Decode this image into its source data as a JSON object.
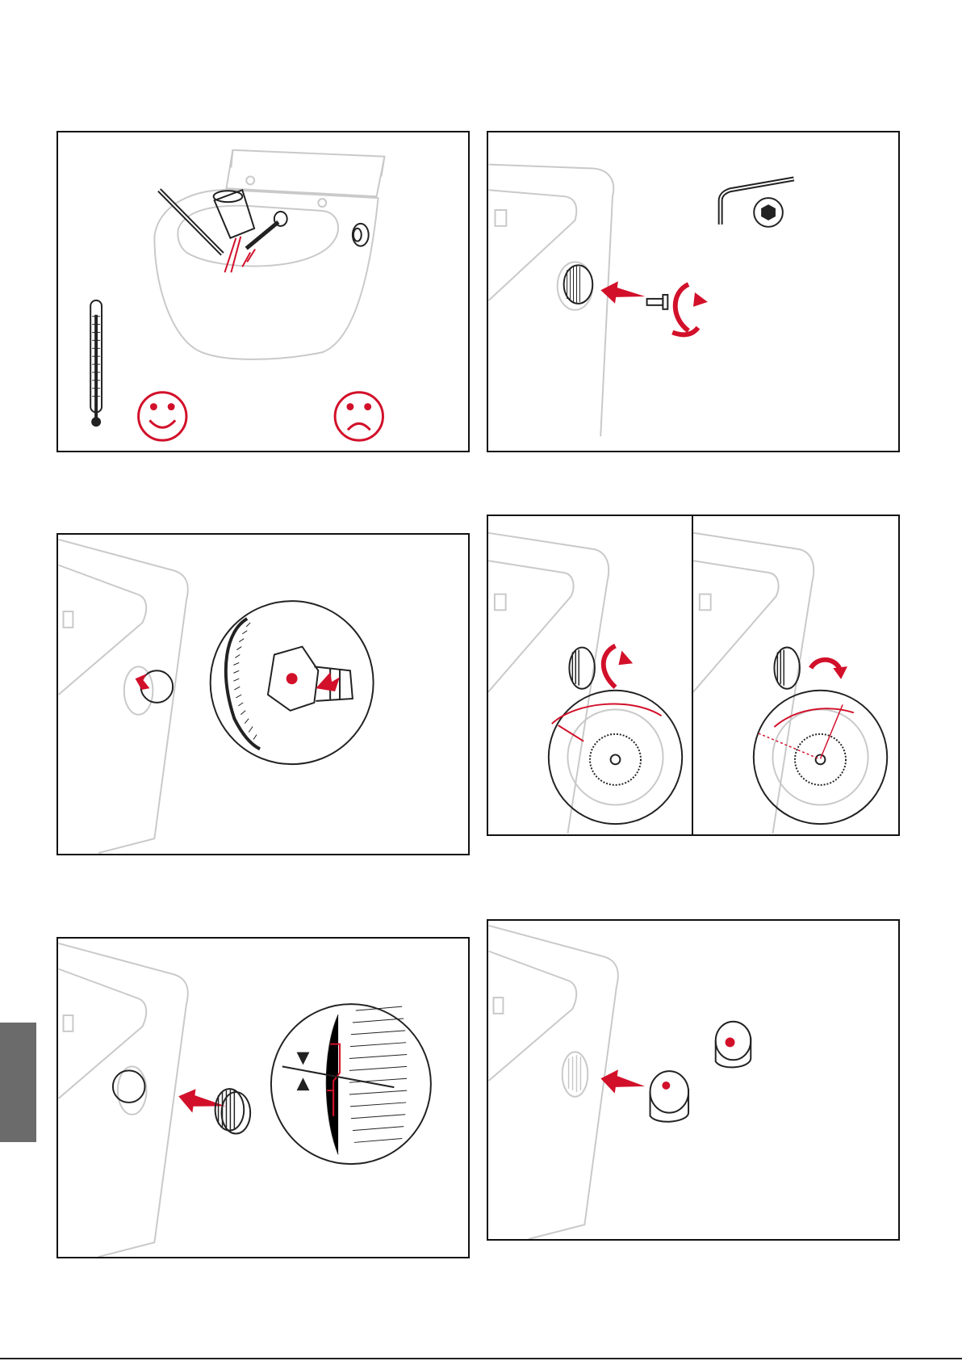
{
  "colors": {
    "accent": "#d2102a",
    "outline": "#222222",
    "ghost": "#c9c9c9",
    "tab": "#6b6b6b"
  },
  "panels": [
    {
      "id": "p1",
      "content": "toilet-bowl-water-temperature-test",
      "icons": [
        "thermometer-icon",
        "happy-face-icon",
        "sad-face-icon",
        "measuring-cup-icon"
      ]
    },
    {
      "id": "p2",
      "content": "remove-knob-screw",
      "icons": [
        "hex-key-icon",
        "hex-socket-icon",
        "screw-icon",
        "arrow-left-icon",
        "rotate-arrow-icon"
      ]
    },
    {
      "id": "p3",
      "content": "spindle-marking-detail",
      "icons": [
        "knurled-knob-detail",
        "red-marker-icon",
        "arrow-up-icon"
      ]
    },
    {
      "id": "p4",
      "content": "adjust-knob-rotation",
      "icons": [
        "rotate-ccw-icon",
        "rotate-cw-icon",
        "dial-detail-icon"
      ]
    },
    {
      "id": "p5",
      "content": "refit-knob-alignment",
      "icons": [
        "knob-icon",
        "arrow-left-icon",
        "alignment-detail-icon"
      ]
    },
    {
      "id": "p6",
      "content": "fit-cap",
      "icons": [
        "cap-icon",
        "arrow-left-icon"
      ]
    }
  ]
}
